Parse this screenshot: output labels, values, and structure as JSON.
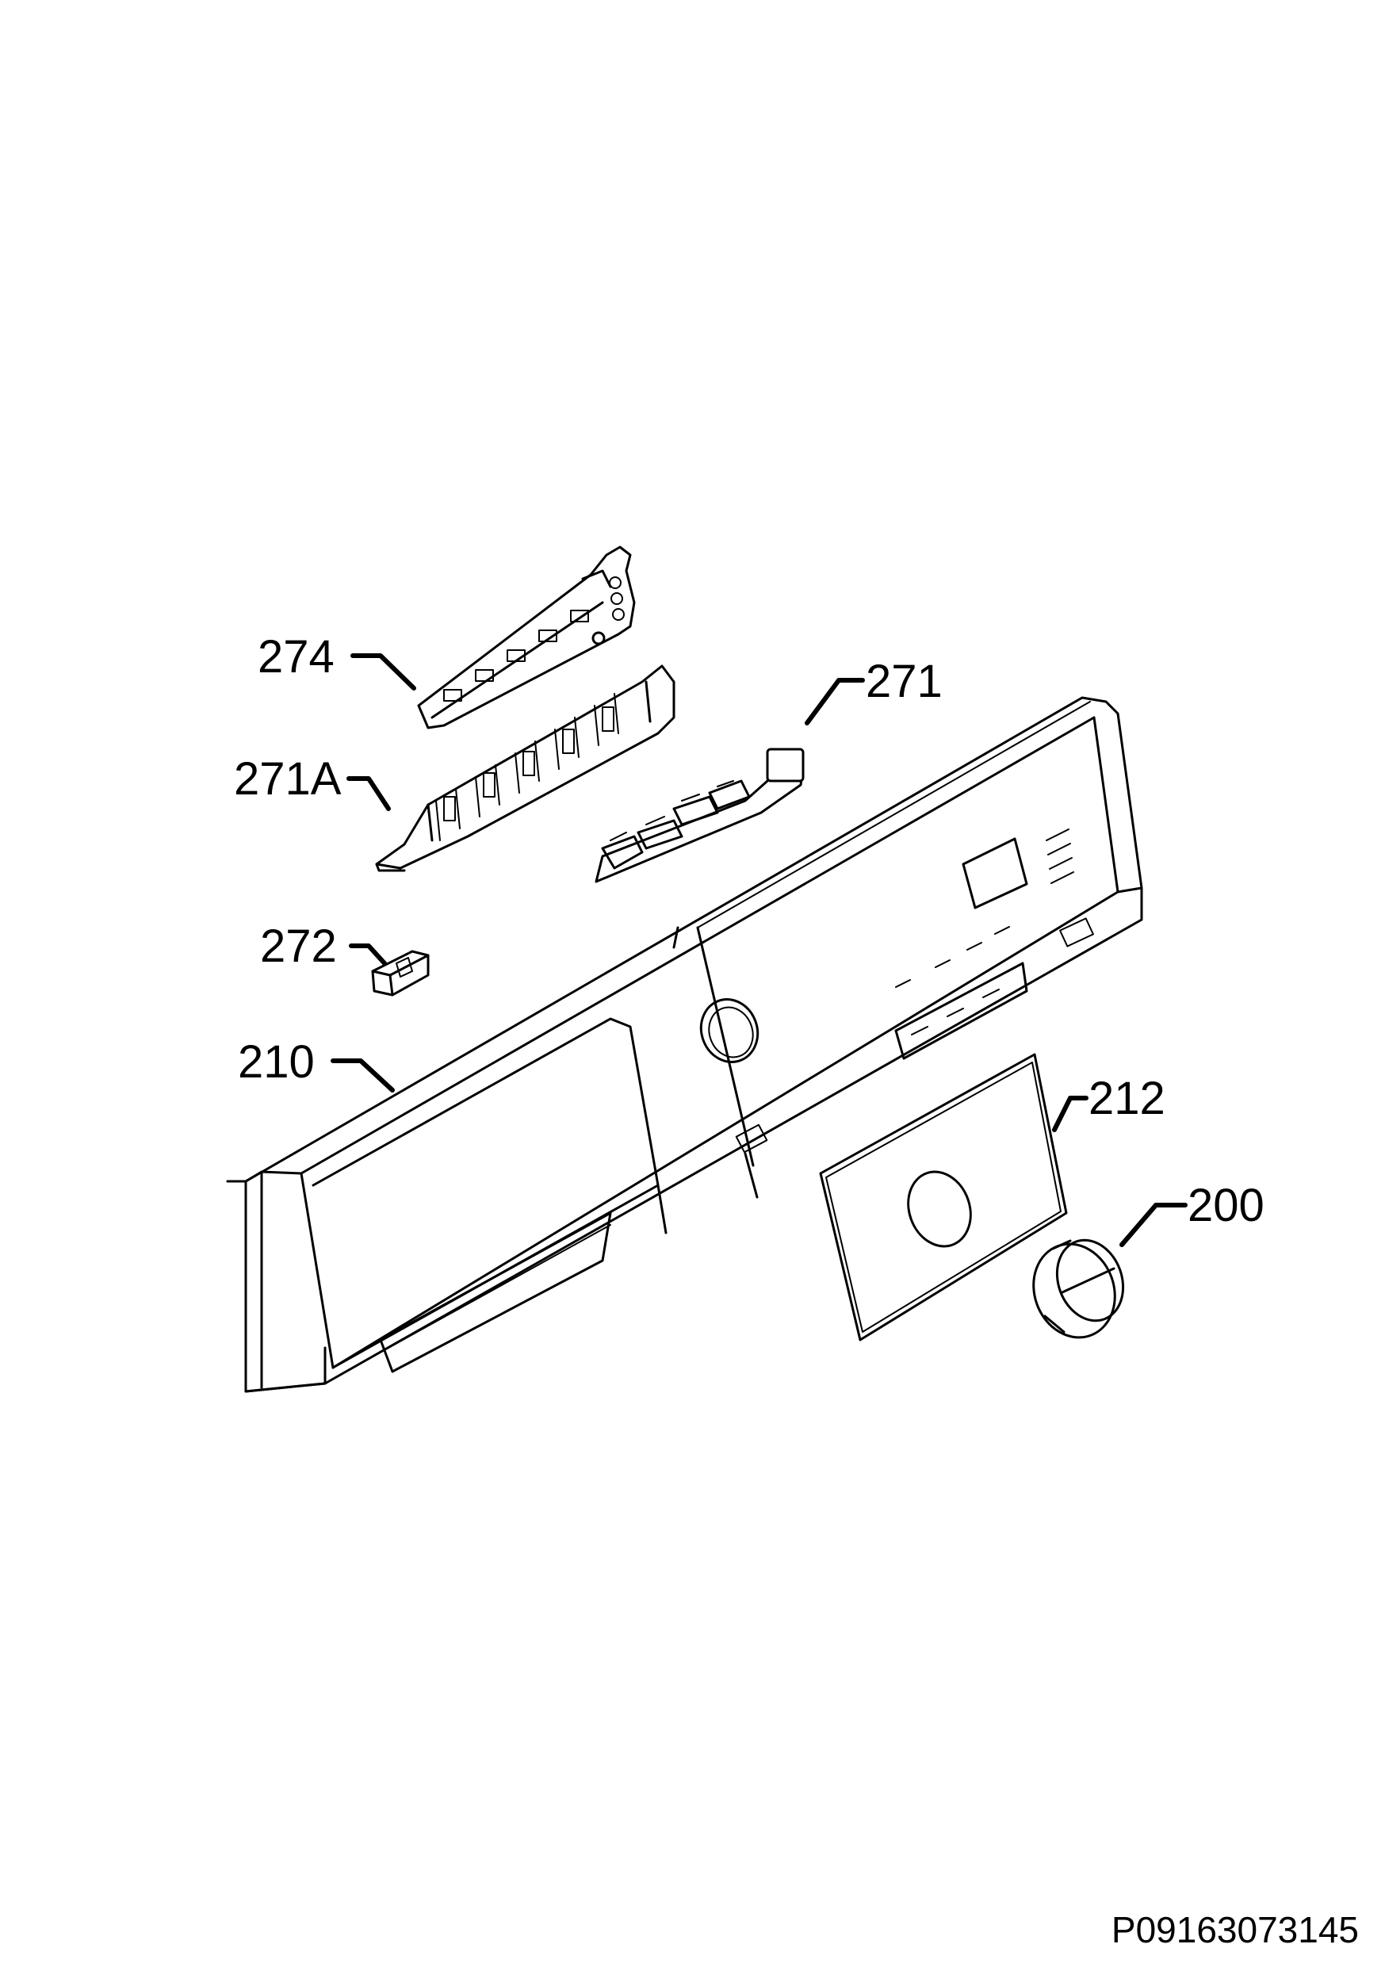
{
  "drawing_code": "P09163073145",
  "parts": [
    {
      "number": "274"
    },
    {
      "number": "271A"
    },
    {
      "number": "271"
    },
    {
      "number": "272"
    },
    {
      "number": "210"
    },
    {
      "number": "212"
    },
    {
      "number": "200"
    }
  ]
}
